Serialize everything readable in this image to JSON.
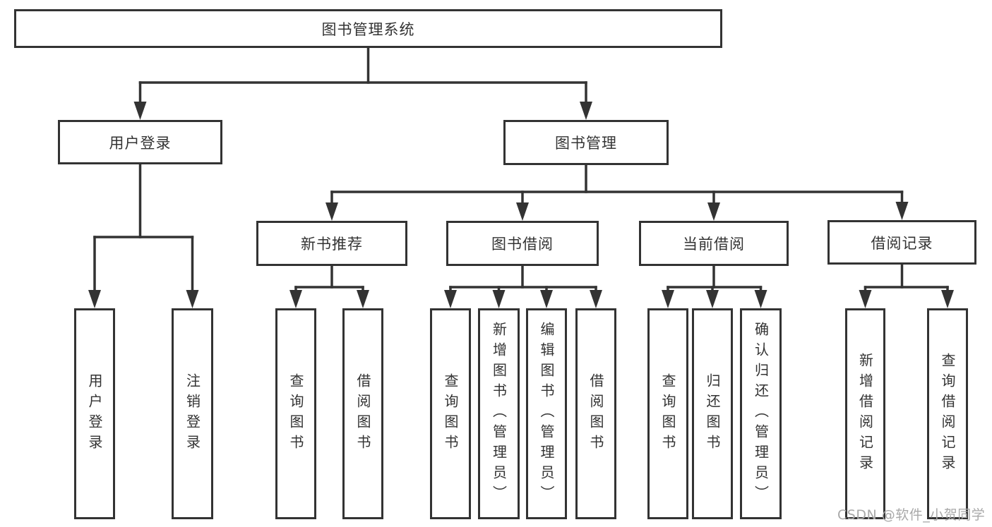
{
  "diagram_title": "图书管理系统",
  "nodes": [
    {
      "id": "root",
      "label": "图书管理系统",
      "parent": null
    },
    {
      "id": "user-login",
      "label": "用户登录",
      "parent": "root"
    },
    {
      "id": "book-management",
      "label": "图书管理",
      "parent": "root"
    },
    {
      "id": "new-book-recommend",
      "label": "新书推荐",
      "parent": "book-management"
    },
    {
      "id": "book-borrow",
      "label": "图书借阅",
      "parent": "book-management"
    },
    {
      "id": "current-borrow",
      "label": "当前借阅",
      "parent": "book-management"
    },
    {
      "id": "borrow-record",
      "label": "借阅记录",
      "parent": "book-management"
    },
    {
      "id": "leaf-user-login",
      "label": "用户登录",
      "parent": "user-login"
    },
    {
      "id": "leaf-logout",
      "label": "注销登录",
      "parent": "user-login"
    },
    {
      "id": "leaf-nbr-query",
      "label": "查询图书",
      "parent": "new-book-recommend"
    },
    {
      "id": "leaf-nbr-borrow",
      "label": "借阅图书",
      "parent": "new-book-recommend"
    },
    {
      "id": "leaf-bb-query",
      "label": "查询图书",
      "parent": "book-borrow"
    },
    {
      "id": "leaf-bb-add",
      "label": "新增图书（管理员）",
      "parent": "book-borrow"
    },
    {
      "id": "leaf-bb-edit",
      "label": "编辑图书（管理员）",
      "parent": "book-borrow"
    },
    {
      "id": "leaf-bb-borrow",
      "label": "借阅图书",
      "parent": "book-borrow"
    },
    {
      "id": "leaf-cb-query",
      "label": "查询图书",
      "parent": "current-borrow"
    },
    {
      "id": "leaf-cb-return",
      "label": "归还图书",
      "parent": "current-borrow"
    },
    {
      "id": "leaf-cb-confirm",
      "label": "确认归还（管理员）",
      "parent": "current-borrow"
    },
    {
      "id": "leaf-br-add",
      "label": "新增借阅记录",
      "parent": "borrow-record"
    },
    {
      "id": "leaf-br-query",
      "label": "查询借阅记录",
      "parent": "borrow-record"
    }
  ],
  "watermark": {
    "text": "CSDN @软件_小贺同学",
    "color": "#a9a9a9"
  },
  "colors": {
    "line": "#333333",
    "box_border": "#333333",
    "box_fill": "#ffffff",
    "text": "#333333",
    "background": "#ffffff"
  }
}
